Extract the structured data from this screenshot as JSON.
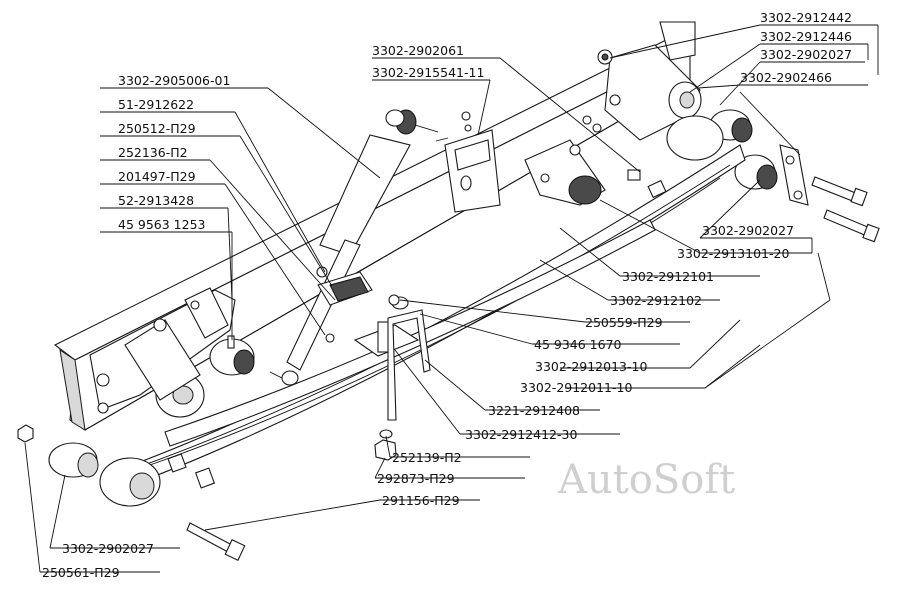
{
  "watermark": "AutoSoft",
  "labels": {
    "l01": "3302-2912442",
    "l02": "3302-2912446",
    "l03": "3302-2902027",
    "l04": "3302-2902466",
    "l05": "3302-2902061",
    "l06": "3302-2915541-11",
    "l07": "3302-2905006-01",
    "l08": "51-2912622",
    "l09": "250512-П29",
    "l10": "252136-П2",
    "l11": "201497-П29",
    "l12": "52-2913428",
    "l13": "45 9563 1253",
    "l14": "3302-2902027",
    "l15": "3302-2913101-20",
    "l16": "3302-2912101",
    "l17": "3302-2912102",
    "l18": "250559-П29",
    "l19": "45 9346 1670",
    "l20": "3302-2912013-10",
    "l21": "3302-2912011-10",
    "l22": "3221-2912408",
    "l23": "3302-2912412-30",
    "l24": "252139-П2",
    "l25": "292873-П29",
    "l26": "291156-П29",
    "l27": "3302-2902027",
    "l28": "250561-П29"
  }
}
